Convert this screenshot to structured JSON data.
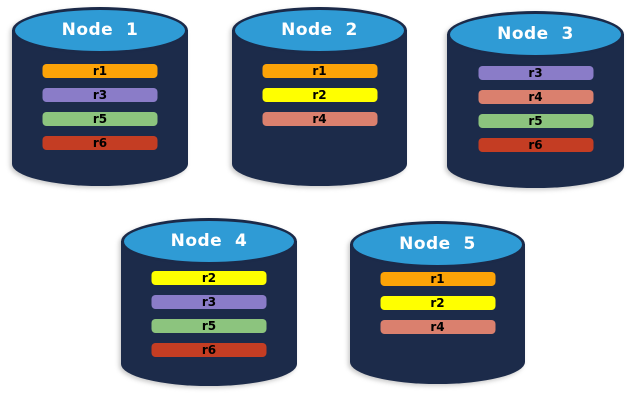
{
  "colors": {
    "background": "#FFFFFF",
    "cylinder_body": "#1C2B4A",
    "cylinder_top": "#2F9BD5",
    "cylinder_outline": "#1B2A49",
    "title_text": "#FFFFFF",
    "label_text": "#000000"
  },
  "replica_palette": {
    "r1": "#FCA307",
    "r2": "#FFFF00",
    "r3": "#8A7CC8",
    "r4": "#DA806E",
    "r5": "#8CC47E",
    "r6": "#C43D23"
  },
  "nodes": [
    {
      "title": "Node  1",
      "replicas": [
        {
          "label": "r1",
          "color": "#FCA307"
        },
        {
          "label": "r3",
          "color": "#8A7CC8"
        },
        {
          "label": "r5",
          "color": "#8CC47E"
        },
        {
          "label": "r6",
          "color": "#C43D23"
        }
      ]
    },
    {
      "title": "Node  2",
      "replicas": [
        {
          "label": "r1",
          "color": "#FCA307"
        },
        {
          "label": "r2",
          "color": "#FFFF00"
        },
        {
          "label": "r4",
          "color": "#DA806E"
        }
      ]
    },
    {
      "title": "Node  3",
      "replicas": [
        {
          "label": "r3",
          "color": "#8A7CC8"
        },
        {
          "label": "r4",
          "color": "#DA806E"
        },
        {
          "label": "r5",
          "color": "#8CC47E"
        },
        {
          "label": "r6",
          "color": "#C43D23"
        }
      ]
    },
    {
      "title": "Node  4",
      "replicas": [
        {
          "label": "r2",
          "color": "#FFFF00"
        },
        {
          "label": "r3",
          "color": "#8A7CC8"
        },
        {
          "label": "r5",
          "color": "#8CC47E"
        },
        {
          "label": "r6",
          "color": "#C43D23"
        }
      ]
    },
    {
      "title": "Node  5",
      "replicas": [
        {
          "label": "r1",
          "color": "#FCA307"
        },
        {
          "label": "r2",
          "color": "#FFFF00"
        },
        {
          "label": "r4",
          "color": "#DA806E"
        }
      ]
    }
  ]
}
